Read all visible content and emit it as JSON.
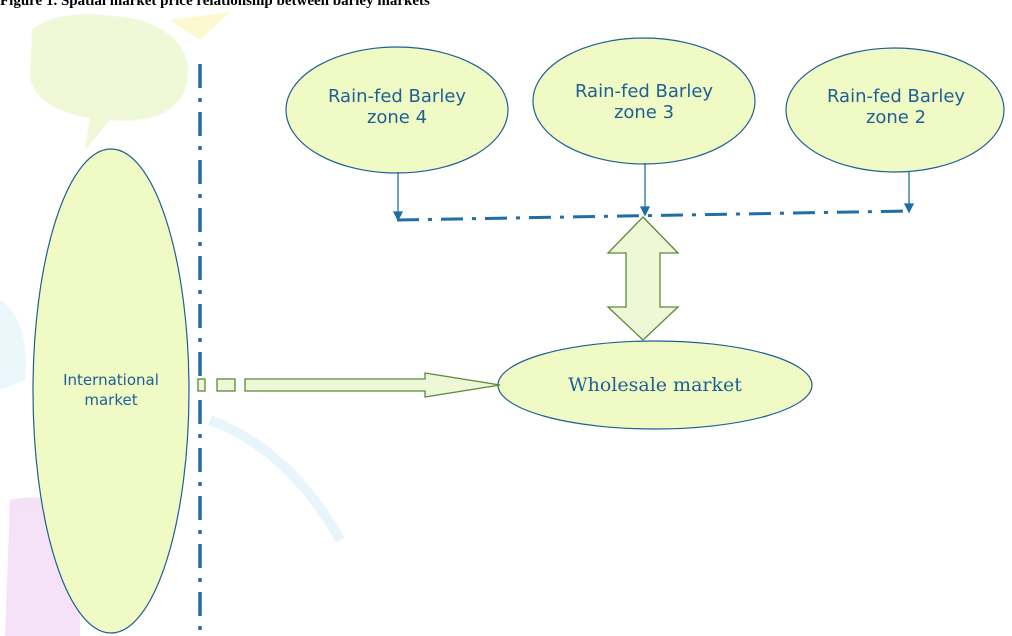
{
  "caption": "Figure 1. Spatial market price relationship between barley markets",
  "nodes": {
    "zone4": "Rain-fed Barley\nzone 4",
    "zone3": "Rain-fed Barley\nzone 3",
    "zone2": "Rain-fed Barley\nzone 2",
    "wholesale": "Wholesale market",
    "international": "International\nmarket"
  },
  "colors": {
    "node_fill": "#effac4",
    "node_stroke": "#1f5f93",
    "line": "#1f6ea6",
    "arrow_fill": "#eef7d6",
    "arrow_stroke": "#5a8a3a"
  }
}
